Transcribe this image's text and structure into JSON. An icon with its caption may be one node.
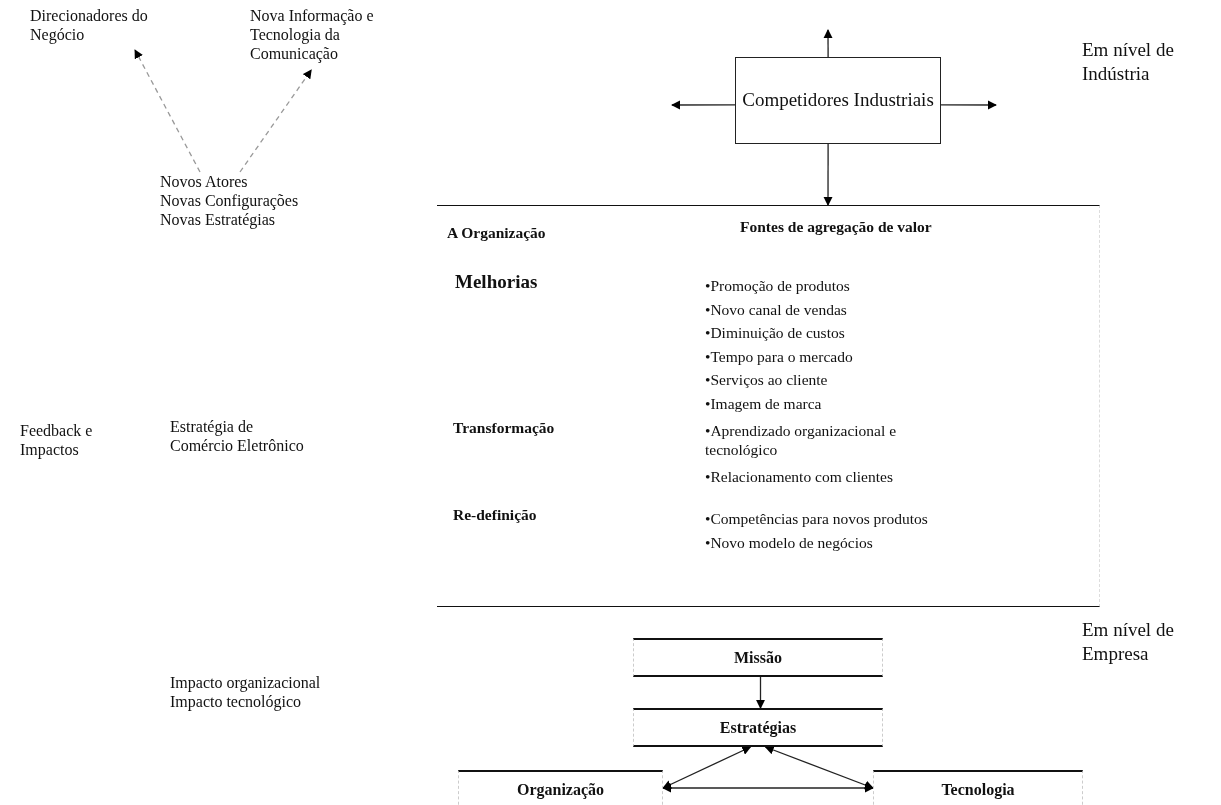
{
  "diagram": {
    "nodes": [
      {
        "text": [
          "Direcionadores do Negócio"
        ]
      },
      {
        "text": [
          "Nova Informação e Tecnologia da Comunicação"
        ]
      },
      {
        "text": [
          "Novos Atores",
          "Novas Configurações",
          "Novas Estratégias"
        ]
      },
      {
        "text": [
          "Competidores Industriais"
        ]
      },
      {
        "text": [
          "A Organização",
          "Fontes de agregação de valor"
        ]
      },
      {
        "text": [
          "Feedback e Impactos"
        ]
      },
      {
        "text": [
          "Estratégia de Comércio Eletrônico"
        ]
      },
      {
        "text": [
          "Impacto organizacional",
          "Impacto tecnológico"
        ]
      },
      {
        "text": [
          "Missão"
        ]
      },
      {
        "text": [
          "Estratégias"
        ]
      },
      {
        "text": [
          "Organização"
        ]
      },
      {
        "text": [
          "Tecnologia"
        ]
      }
    ],
    "edges": [
      {
        "from": 2,
        "to": 0,
        "arrow": "to",
        "style": "dashed",
        "color": "#999999"
      },
      {
        "from": 2,
        "to": 1,
        "arrow": "to",
        "style": "dashed",
        "color": "#999999"
      },
      {
        "from": 3,
        "to": null,
        "arrow": "to"
      },
      {
        "from": 3,
        "to": null,
        "arrow": "to"
      },
      {
        "from": 3,
        "to": null,
        "arrow": "to"
      },
      {
        "from": 3,
        "to": 4,
        "arrow": "to"
      },
      {
        "from": 8,
        "to": 9,
        "arrow": "to"
      },
      {
        "from": 9,
        "to": 10,
        "arrow": "both"
      },
      {
        "from": 9,
        "to": 11,
        "arrow": "both"
      },
      {
        "from": 10,
        "to": 11,
        "arrow": "both"
      }
    ],
    "labels": [
      "Em nível de Indústria",
      "Melhorias",
      "•Promoção de produtos",
      "•Novo canal de vendas",
      "•Diminuição de custos",
      "•Tempo para o mercado",
      "•Serviços ao cliente",
      "•Imagem de marca",
      "Transformação",
      "•Aprendizado organizacional e tecnológico",
      "•Relacionamento com clientes",
      "Re-definição",
      "•Competências para novos produtos",
      "•Novo modelo de negócios",
      "Em nível de Empresa"
    ]
  }
}
